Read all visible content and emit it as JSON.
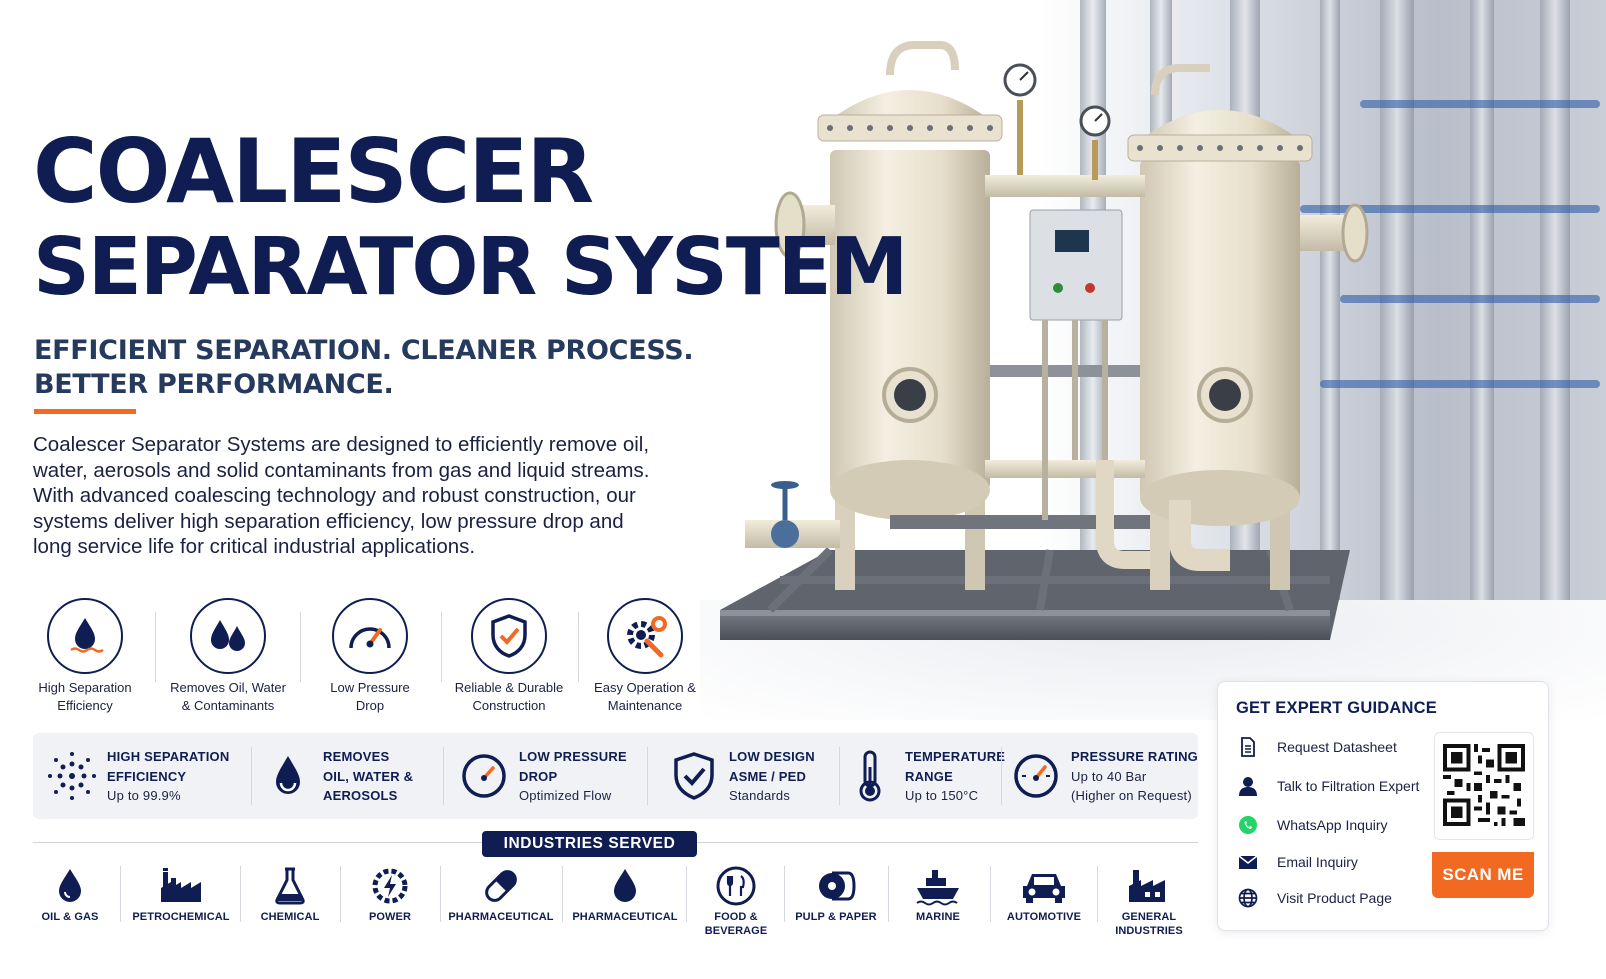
{
  "hero": {
    "title_line1": "COALESCER",
    "title_line2": "SEPARATOR SYSTEM",
    "tagline_line1": "EFFICIENT SEPARATION. CLEANER PROCESS.",
    "tagline_line2": "BETTER PERFORMANCE.",
    "description": "Coalescer Separator Systems are designed to efficiently remove oil, water, aerosols and solid contaminants from gas and liquid streams. With advanced coalescing technology and robust construction, our systems deliver high separation efficiency, low pressure drop and long service life for critical industrial applications."
  },
  "features": [
    {
      "icon": "droplet-waves-icon",
      "line1": "High Separation",
      "line2": "Efficiency"
    },
    {
      "icon": "double-droplet-icon",
      "line1": "Removes Oil, Water",
      "line2": "& Contaminants"
    },
    {
      "icon": "gauge-icon",
      "line1": "Low Pressure",
      "line2": "Drop"
    },
    {
      "icon": "shield-check-icon",
      "line1": "Reliable & Durable",
      "line2": "Construction"
    },
    {
      "icon": "gear-wrench-icon",
      "line1": "Easy Operation &",
      "line2": "Maintenance"
    }
  ],
  "specs": [
    {
      "icon": "dots-burst-icon",
      "line1": "HIGH SEPARATION",
      "line2": "EFFICIENCY",
      "line3": "Up to 99.9%"
    },
    {
      "icon": "droplet-icon",
      "line1": "REMOVES",
      "line2": "OIL, WATER &",
      "line3": "AEROSOLS"
    },
    {
      "icon": "gauge-icon",
      "line1": "LOW PRESSURE",
      "line2": "DROP",
      "line3": "Optimized Flow"
    },
    {
      "icon": "shield-check-icon",
      "line1": "LOW DESIGN",
      "line2": "ASME / PED",
      "line3": "Standards"
    },
    {
      "icon": "thermometer-icon",
      "line1": "TEMPERATURE",
      "line2": "RANGE",
      "line3": "Up to 150°C"
    },
    {
      "icon": "pressure-gauge-icon",
      "line1": "PRESSURE RATING",
      "line2": "Up to 40 Bar",
      "line3": "(Higher on Request)"
    }
  ],
  "industries": {
    "heading": "INDUSTRIES SERVED",
    "items": [
      {
        "icon": "oil-drop-icon",
        "line1": "OIL & GAS",
        "line2": ""
      },
      {
        "icon": "factory-icon",
        "line1": "PETROCHEMICAL",
        "line2": ""
      },
      {
        "icon": "flask-icon",
        "line1": "CHEMICAL",
        "line2": ""
      },
      {
        "icon": "power-bolt-icon",
        "line1": "POWER",
        "line2": ""
      },
      {
        "icon": "capsule-icon",
        "line1": "PHARMACEUTICAL",
        "line2": ""
      },
      {
        "icon": "drop-icon",
        "line1": "PHARMACEUTICAL",
        "line2": ""
      },
      {
        "icon": "plate-cutlery-icon",
        "line1": "FOOD &",
        "line2": "BEVERAGE"
      },
      {
        "icon": "paper-roll-icon",
        "line1": "PULP & PAPER",
        "line2": ""
      },
      {
        "icon": "ship-icon",
        "line1": "MARINE",
        "line2": ""
      },
      {
        "icon": "car-icon",
        "line1": "AUTOMOTIVE",
        "line2": ""
      },
      {
        "icon": "factory-icon",
        "line1": "GENERAL",
        "line2": "INDUSTRIES"
      }
    ]
  },
  "expert": {
    "heading": "GET EXPERT GUIDANCE",
    "links": [
      {
        "icon": "document-icon",
        "label": "Request Datasheet"
      },
      {
        "icon": "user-icon",
        "label": "Talk to Filtration Expert"
      },
      {
        "icon": "whatsapp-icon",
        "label": "WhatsApp Inquiry"
      },
      {
        "icon": "envelope-icon",
        "label": "Email Inquiry"
      },
      {
        "icon": "globe-icon",
        "label": "Visit Product Page"
      }
    ],
    "scan_label": "SCAN ME"
  },
  "colors": {
    "navy": "#0f1d52",
    "accent": "#f26a21",
    "whatsapp": "#25d366",
    "vessel": "#efe8d6"
  }
}
